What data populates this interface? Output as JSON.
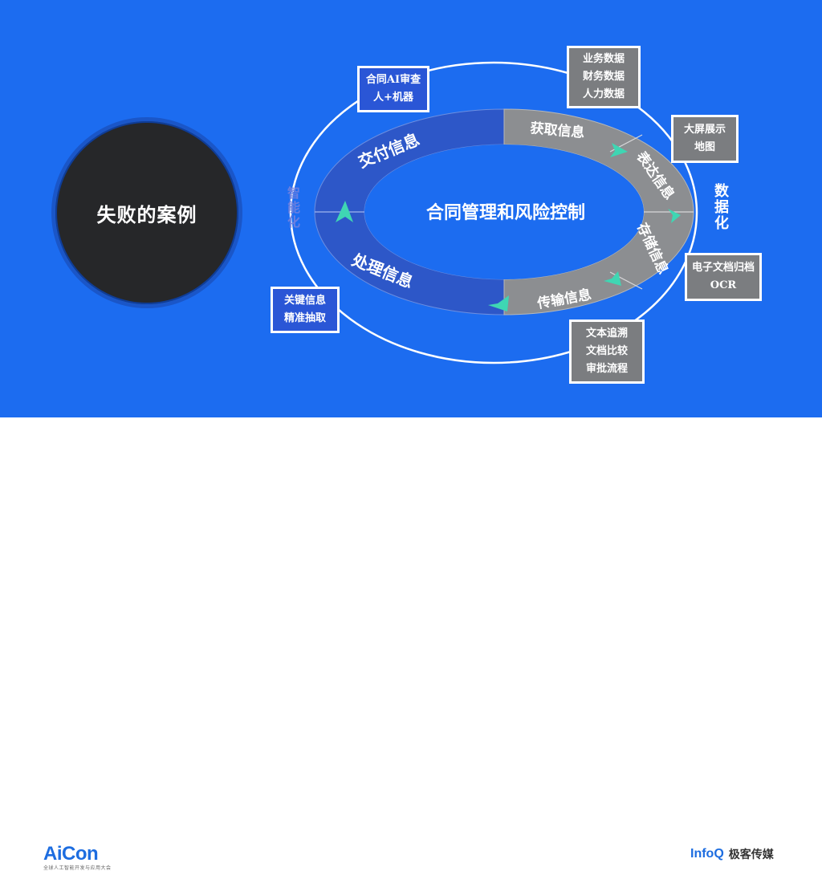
{
  "case": {
    "title": "失败的案例"
  },
  "diagram": {
    "center": "合同管理和风险控制",
    "ring": {
      "top_left": "交付信息",
      "top_right": "获取信息",
      "right_upper": "表达信息",
      "right_lower": "存储信息",
      "bottom_right": "传输信息",
      "bottom_left": "处理信息"
    },
    "side_left": "智能化",
    "side_right": "数据化",
    "boxes": {
      "contract_ai": [
        "合同AI审查",
        "人+机器"
      ],
      "business_data": [
        "业务数据",
        "财务数据",
        "人力数据"
      ],
      "big_screen": [
        "大屏展示",
        "地图"
      ],
      "e_archive": [
        "电子文档归档",
        "OCR"
      ],
      "text_trace": [
        "文本追溯",
        "文档比较",
        "审批流程"
      ],
      "key_info": [
        "关键信息",
        "精准抽取"
      ]
    },
    "colors": {
      "background": "#1c6cf0",
      "ring_blue": "#2d57c8",
      "ring_gray": "#8c8e91",
      "arrow": "#3fd6b3"
    }
  },
  "footer": {
    "left_logo": "AiCon",
    "left_subtitle": "全球人工智能开发与应用大会",
    "right_logo": "InfoQ",
    "right_text": "极客传媒"
  }
}
